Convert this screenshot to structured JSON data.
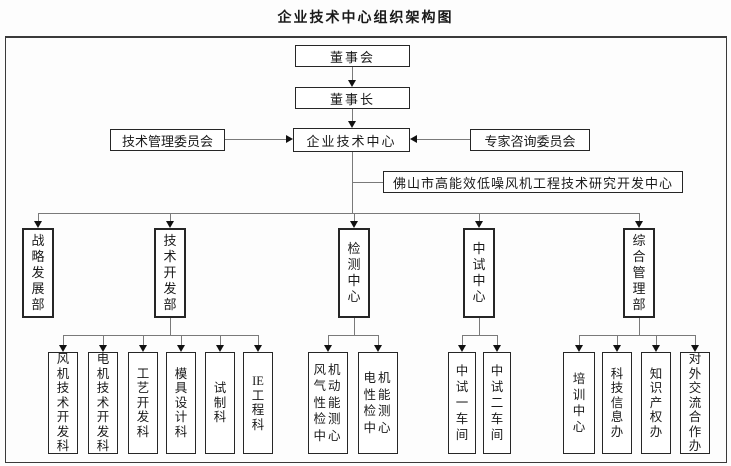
{
  "title": "企业技术中心组织架构图",
  "top_chain": {
    "board": "董事会",
    "chairman": "董事长",
    "center": "企业技术中心"
  },
  "committees": {
    "left": "技术管理委员会",
    "right": "专家咨询委员会"
  },
  "affiliated": {
    "rd_center": "佛山市高能效低噪风机工程技术研究开发中心"
  },
  "departments": {
    "strategy": {
      "label": "战略发展部"
    },
    "tech_dev": {
      "label": "技术开发部",
      "children": [
        "风机技术开发科",
        "电机技术开发科",
        "工艺开发科",
        "模具设计科",
        "试制科",
        "IE工程科"
      ]
    },
    "testing": {
      "label": "检测中心",
      "children": [
        "风机气动性能检测中心",
        "电机性能检测中心"
      ]
    },
    "pilot": {
      "label": "中试中心",
      "children": [
        "中试一车间",
        "中试二车间"
      ]
    },
    "general": {
      "label": "综合管理部",
      "children": [
        "培训中心",
        "科技信息办",
        "知识产权办",
        "对外交流合作办"
      ]
    }
  },
  "line_color": "#7a7a7a",
  "arrow_color": "#111111"
}
